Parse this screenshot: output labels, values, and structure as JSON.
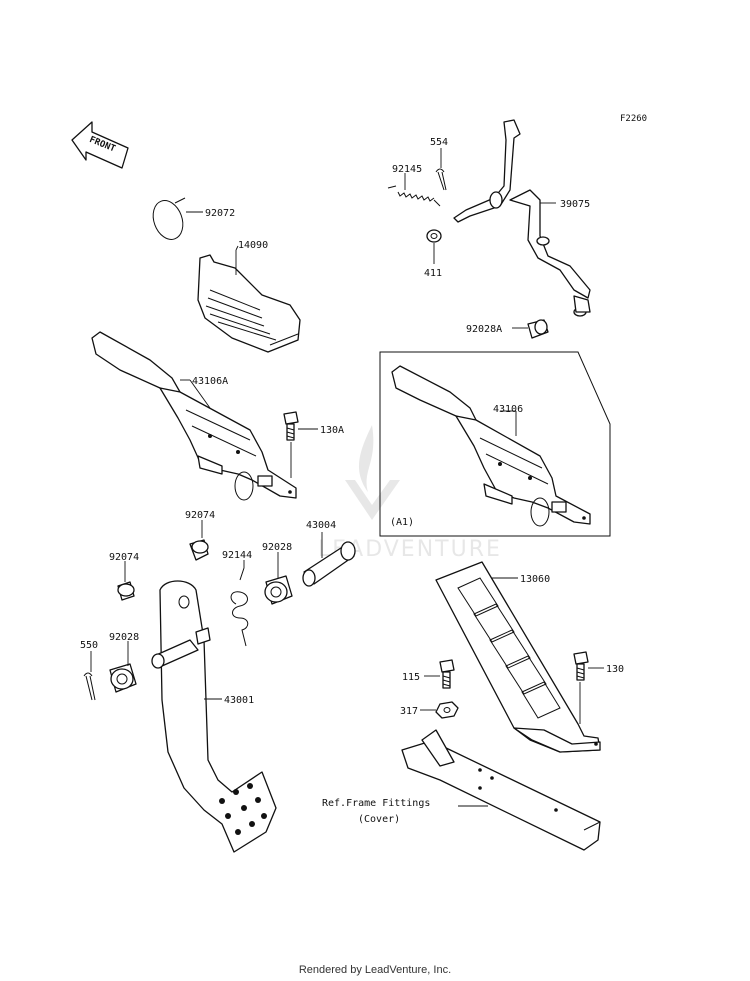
{
  "figure_code": "F2260",
  "front_arrow_text": "FRONT",
  "watermark_text": "LEADVENTURE",
  "inset_label": "(A1)",
  "ref_note": {
    "line1": "Ref.Frame Fittings",
    "line2": "(Cover)"
  },
  "footer": "Rendered by LeadVenture, Inc.",
  "parts": [
    {
      "id": "p92072",
      "label": "92072"
    },
    {
      "id": "p14090",
      "label": "14090"
    },
    {
      "id": "p43106A",
      "label": "43106A"
    },
    {
      "id": "p130A",
      "label": "130A"
    },
    {
      "id": "p92145",
      "label": "92145"
    },
    {
      "id": "p554",
      "label": "554"
    },
    {
      "id": "p39075",
      "label": "39075"
    },
    {
      "id": "p411",
      "label": "411"
    },
    {
      "id": "p92028A",
      "label": "92028A"
    },
    {
      "id": "p43106",
      "label": "43106"
    },
    {
      "id": "p92074a",
      "label": "92074"
    },
    {
      "id": "p92144",
      "label": "92144"
    },
    {
      "id": "p92028a",
      "label": "92028"
    },
    {
      "id": "p43004",
      "label": "43004"
    },
    {
      "id": "p92074b",
      "label": "92074"
    },
    {
      "id": "p92028b",
      "label": "92028"
    },
    {
      "id": "p550",
      "label": "550"
    },
    {
      "id": "p43001",
      "label": "43001"
    },
    {
      "id": "p13060",
      "label": "13060"
    },
    {
      "id": "p115",
      "label": "115"
    },
    {
      "id": "p130",
      "label": "130"
    },
    {
      "id": "p317",
      "label": "317"
    }
  ]
}
